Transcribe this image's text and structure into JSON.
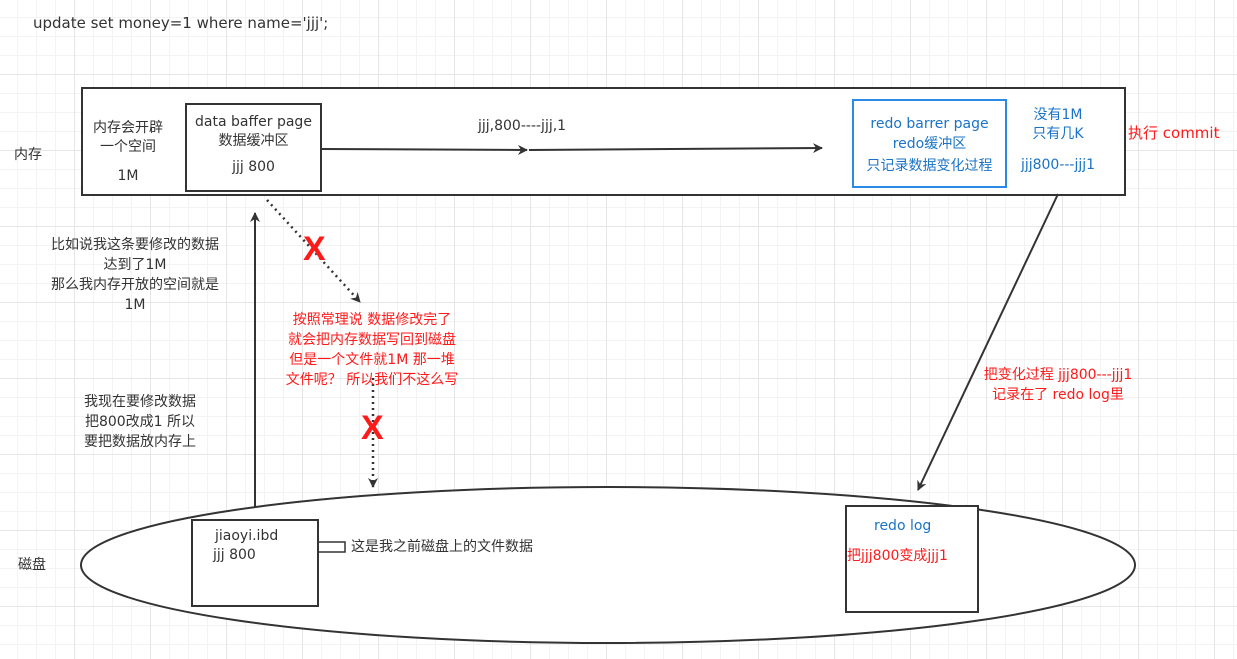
{
  "sql": "update set money=1 where name='jjj';",
  "memory": {
    "label": "内存",
    "alloc_lines": [
      "内存会开辟",
      "一个空间"
    ],
    "alloc_size": "1M",
    "data_buffer": {
      "title": "data baffer page",
      "subtitle": "数据缓冲区",
      "value": "jjj 800"
    },
    "change_label": "jjj,800----jjj,1",
    "redo_buffer": {
      "title": "redo barrer page",
      "subtitle": "redo缓冲区",
      "desc": "只记录数据变化过程"
    },
    "redo_size_lines": [
      "没有1M",
      "只有几K"
    ],
    "redo_change": "jjj800---jjj1"
  },
  "commit_label": "执行 commit",
  "left_note1": [
    "比如说我这条要修改的数据",
    "达到了1M",
    "那么我内存开放的空间就是",
    "1M"
  ],
  "left_note2": [
    "我现在要修改数据",
    "把800改成1 所以",
    "要把数据放内存上"
  ],
  "x_mark": "X",
  "red_note": [
    "按照常理说 数据修改完了",
    "就会把内存数据写回到磁盘",
    "但是一个文件就1M 那一堆",
    "文件呢？ 所以我们不这么写"
  ],
  "redo_note": [
    "把变化过程 jjj800---jjj1",
    "记录在了 redo log里"
  ],
  "disk": {
    "label": "磁盘",
    "file": {
      "name": "jiaoyi.ibd",
      "value": "jjj 800"
    },
    "file_note": "这是我之前磁盘上的文件数据",
    "redo_log": {
      "title": "redo log",
      "desc": "把jjj800变成jjj1"
    }
  },
  "colors": {
    "red": "#ff1a1a",
    "blue": "#1a73c7",
    "border_blue": "#2a8ae6"
  }
}
